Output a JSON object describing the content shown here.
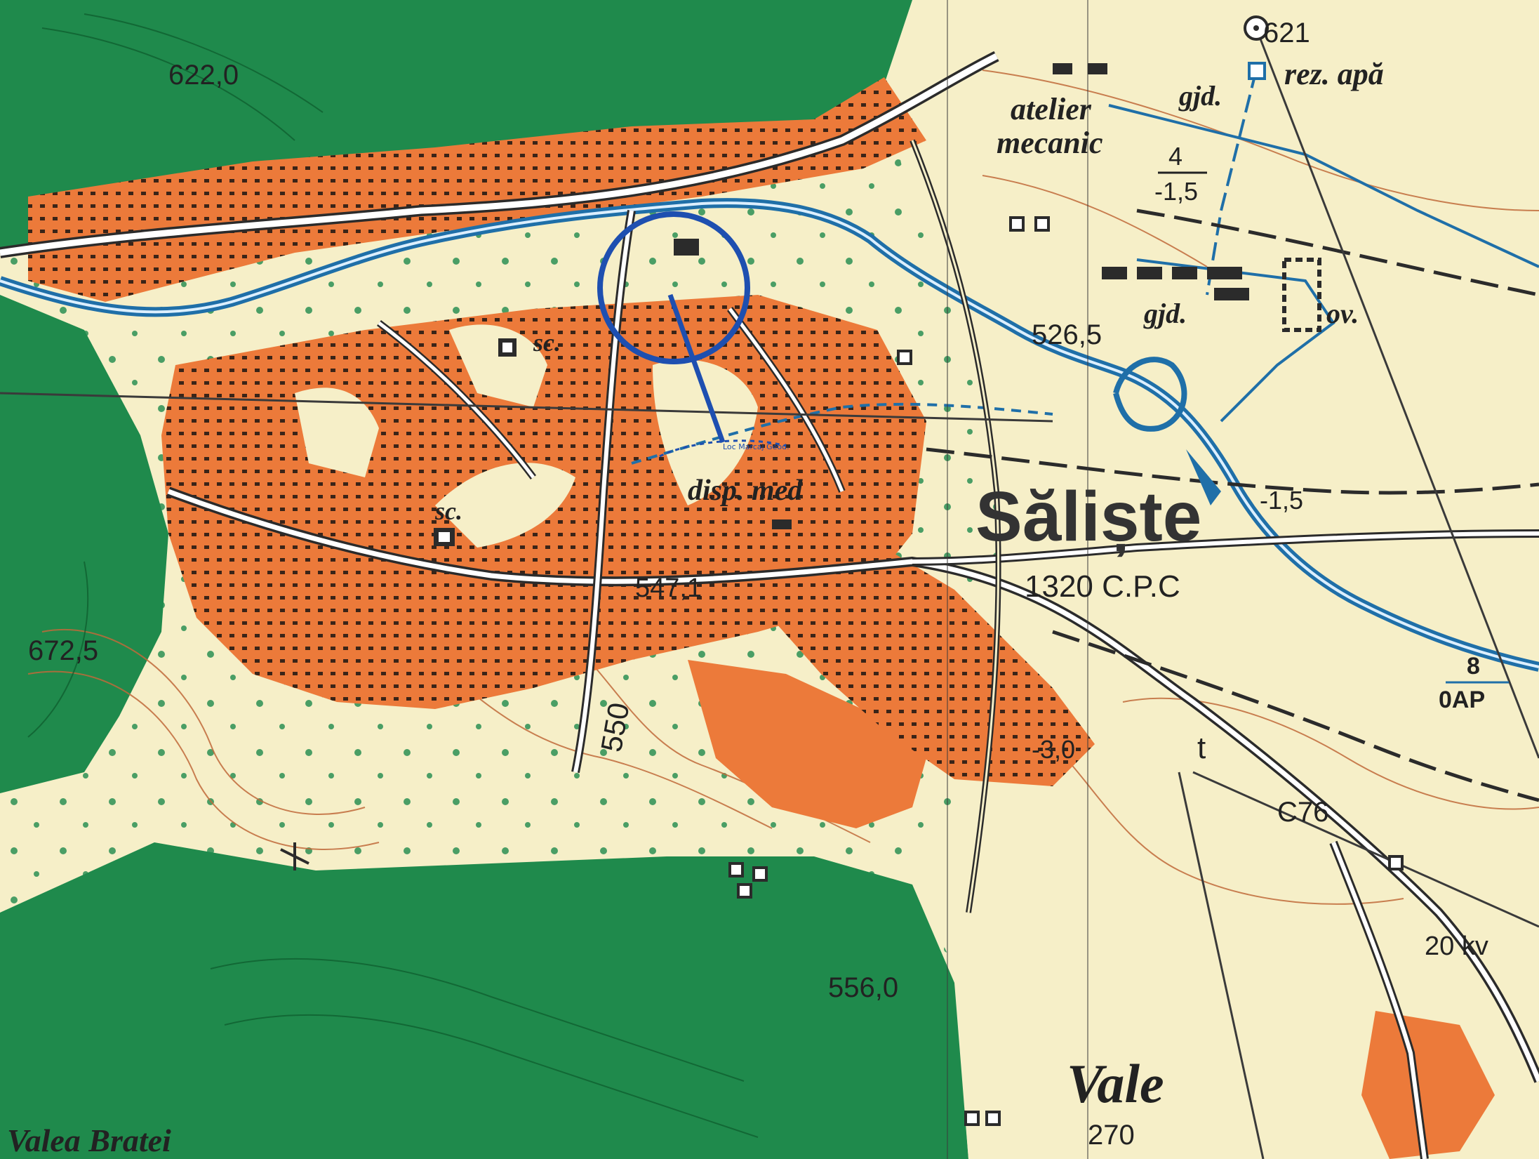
{
  "colors": {
    "forest": "#1f8a4c",
    "forest_dark": "#14723b",
    "open_land": "#f6efc8",
    "built_up": "#ec7a3a",
    "house": "#3a2418",
    "road_casing": "#2b2b2b",
    "water": "#1f6fa8",
    "contour": "#c06a3a",
    "annotation_blue": "#1e4fb0"
  },
  "labels": {
    "village": "Săliște",
    "village_code": "1320 C.P.C",
    "hamlet": "Vale",
    "hamlet_number": "270",
    "valley_name": "Valea Bratei",
    "workshop_line1": "atelier",
    "workshop_line2": "mecanic",
    "water_reservoir": "rez. apă",
    "gjd_top": "gjd.",
    "gjd_mid": "gjd.",
    "ov": "ov.",
    "school_1": "sc.",
    "school_2": "sc.",
    "dispensary": "disp. med",
    "power_line": "20 kv",
    "t_mark": "t",
    "road_code": "C76",
    "contour_label": "550",
    "depth_1": "-1,5",
    "depth_2": "-3,0",
    "fraction_1_top": "4",
    "fraction_1_bottom": "-1,5",
    "fraction_2_top": "8",
    "fraction_2_bottom": "0AP"
  },
  "elevations": {
    "e1": "622,0",
    "e2": "672,5",
    "e3": "547,1",
    "e4": "526,5",
    "e5": "556,0",
    "e6": "621"
  },
  "annotation": {
    "callout_text": "Loc Marcaj Geod."
  }
}
